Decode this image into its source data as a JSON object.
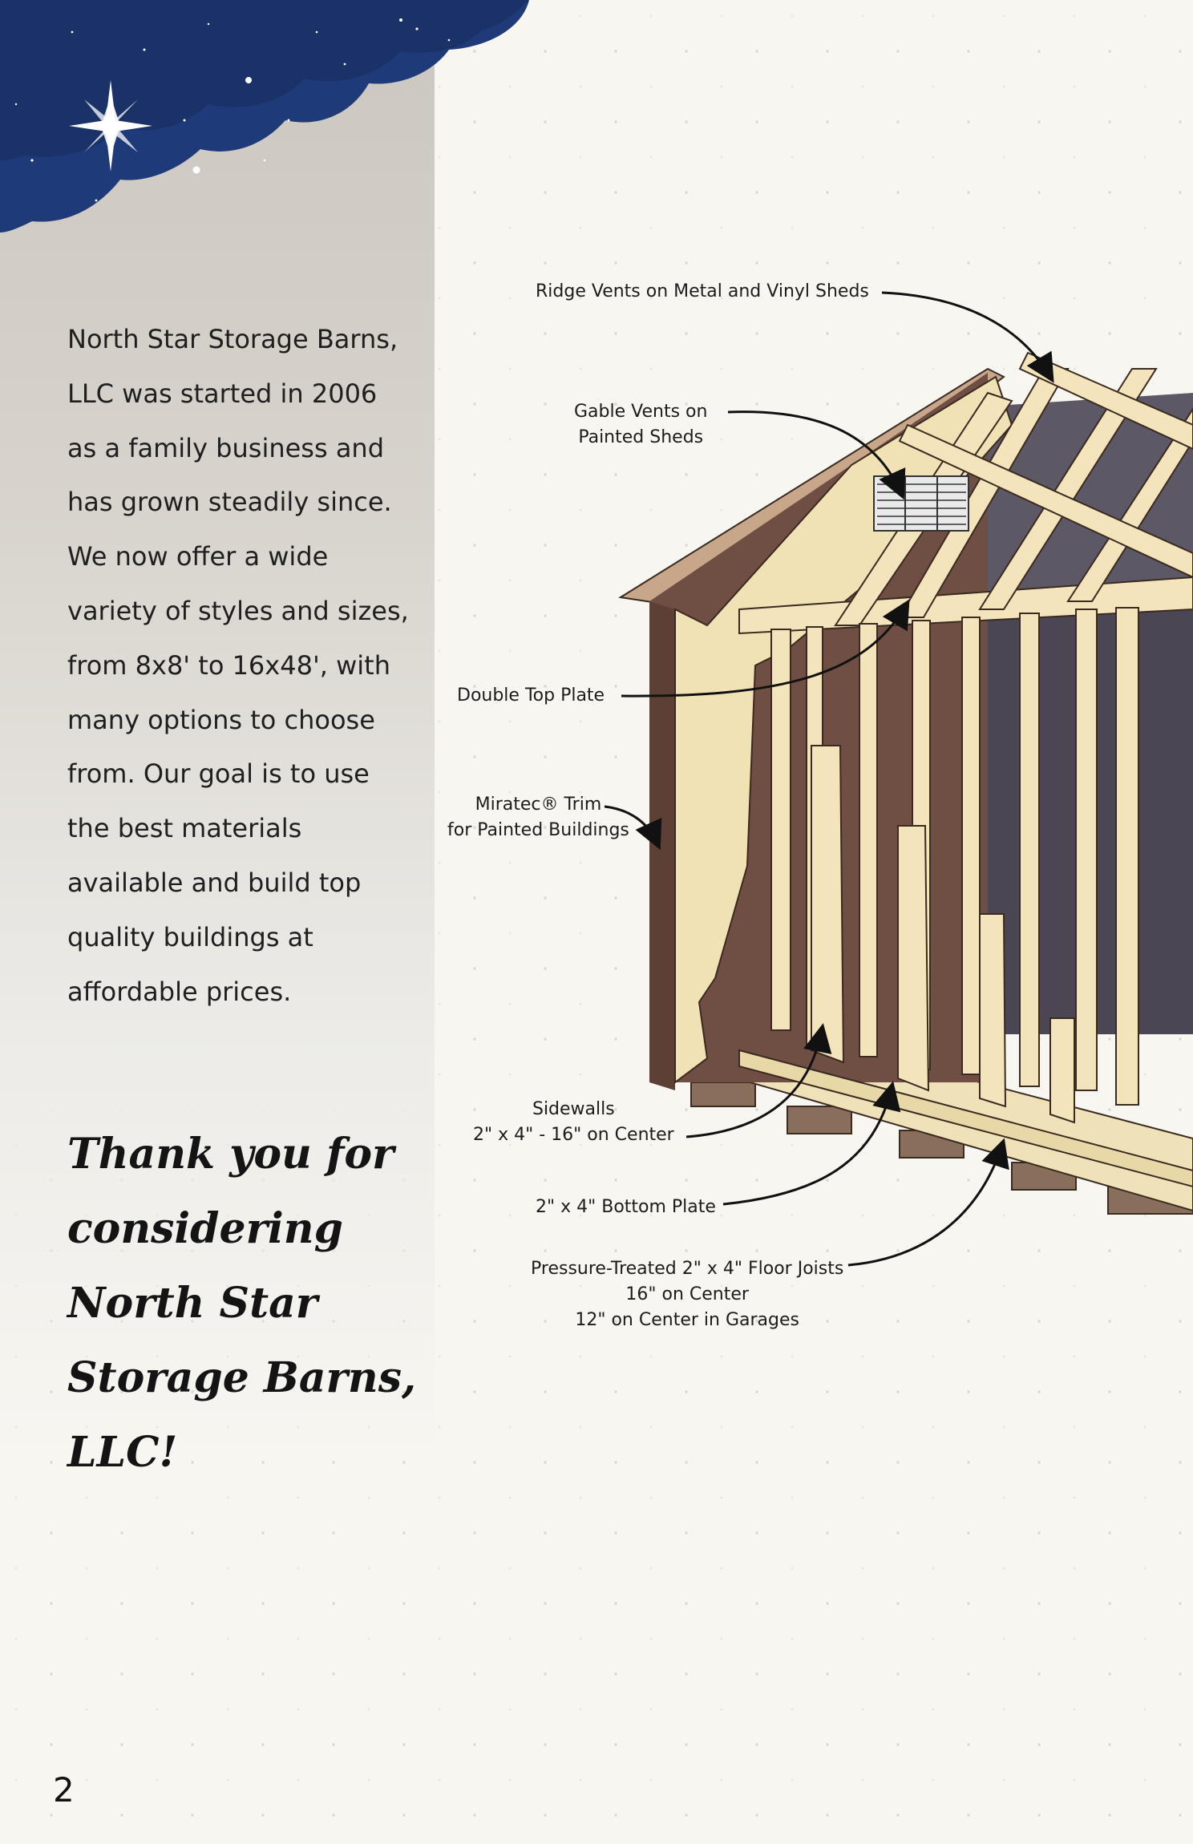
{
  "intro_text": "North Star Storage Barns, LLC was started in 2006 as a family business and has grown steadily since. We now offer a wide variety of styles and sizes, from 8x8' to 16x48', with many options to choose from. Our goal is to use the best materials available and build top quality buildings at affordable prices.",
  "thank_you": "Thank you for considering North Star Storage Barns, LLC!",
  "page_number": "2",
  "labels": {
    "ridge_vents": "Ridge Vents on Metal and Vinyl Sheds",
    "gable_vents_1": "Gable Vents on",
    "gable_vents_2": "Painted Sheds",
    "double_top_plate": "Double Top Plate",
    "miratec_1": "Miratec® Trim",
    "miratec_2": "for Painted Buildings",
    "sidewalls_1": "Sidewalls",
    "sidewalls_2": "2\" x 4\" - 16\" on Center",
    "bottom_plate": "2\" x 4\" Bottom Plate",
    "floor_joists_1": "Pressure-Treated 2\" x 4\" Floor Joists",
    "floor_joists_2": "16\" on Center",
    "floor_joists_3": "12\" on Center in Garages"
  }
}
